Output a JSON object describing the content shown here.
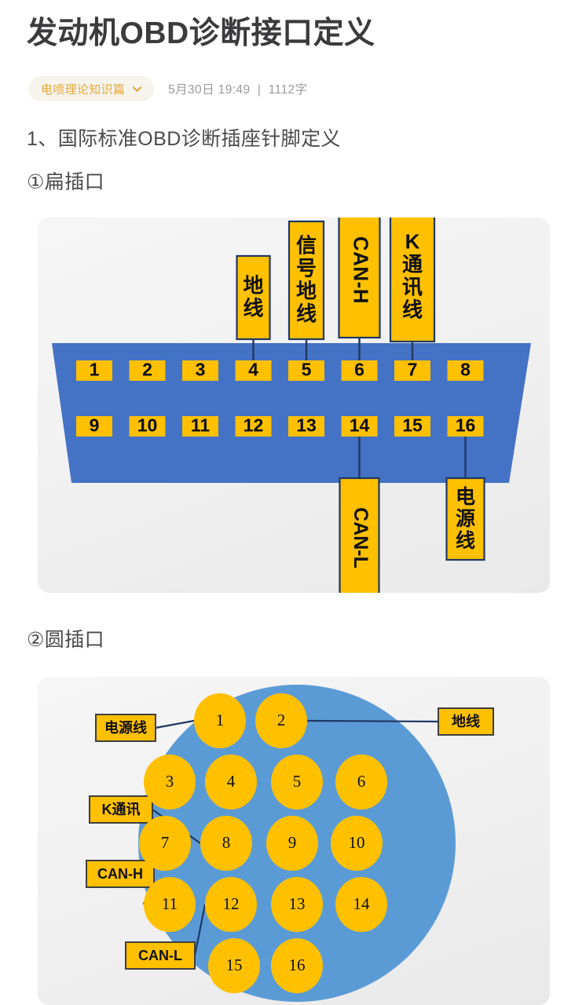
{
  "article": {
    "title": "发动机OBD诊断接口定义",
    "tag": "电喷理论知识篇",
    "tag_icon": "chevron-down-icon",
    "date": "5月30日 19:49",
    "separator": "|",
    "word_count": "1112字",
    "meta_line": "5月30日 19:49  |  1112字"
  },
  "sections": {
    "section1_heading": "1、国际标准OBD诊断插座针脚定义",
    "sub1_heading": "①扁插口",
    "sub2_heading": "②圆插口"
  },
  "colors": {
    "pin_yellow": "#FFC000",
    "connector_blue": "#4472C4",
    "round_blue": "#5B9BD5",
    "leader_line": "#1F3864",
    "tag_accent": "#E3A93C",
    "title_gray": "#3B3B3D"
  },
  "flat_connector": {
    "top_row_pins": [
      "1",
      "2",
      "3",
      "4",
      "5",
      "6",
      "7",
      "8"
    ],
    "bottom_row_pins": [
      "9",
      "10",
      "11",
      "12",
      "13",
      "14",
      "15",
      "16"
    ],
    "top_labels": [
      {
        "pin": "4",
        "text": "地线"
      },
      {
        "pin": "5",
        "text": "信号地线"
      },
      {
        "pin": "6",
        "text": "CAN-H"
      },
      {
        "pin": "7",
        "text": "K通讯线"
      }
    ],
    "bottom_labels": [
      {
        "pin": "14",
        "text": "CAN-L"
      },
      {
        "pin": "16",
        "text": "电源线"
      }
    ]
  },
  "round_connector": {
    "pins": [
      "1",
      "2",
      "3",
      "4",
      "5",
      "6",
      "7",
      "8",
      "9",
      "10",
      "11",
      "12",
      "13",
      "14",
      "15",
      "16"
    ],
    "labels": [
      {
        "text": "电源线",
        "pin": "1",
        "side": "left"
      },
      {
        "text": "地线",
        "pin": "2",
        "side": "right"
      },
      {
        "text": "K通讯",
        "pin": "8",
        "side": "left"
      },
      {
        "text": "CAN-H",
        "pin": "11",
        "side": "left"
      },
      {
        "text": "CAN-L",
        "pin": "12",
        "side": "left"
      }
    ]
  }
}
